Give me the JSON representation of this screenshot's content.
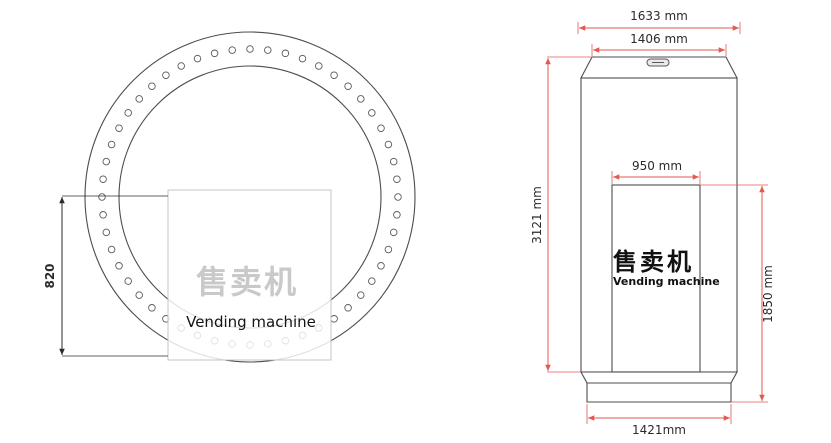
{
  "top_view": {
    "label_cn": "售卖机",
    "label_en": "Vending machine",
    "dim_height": "820"
  },
  "front_view": {
    "label_cn": "售卖机",
    "label_en": "Vending machine",
    "dims": {
      "top_outer": "1633 mm",
      "top_inner": "1406 mm",
      "door_width": "950 mm",
      "total_height": "3121 mm",
      "door_height": "1850 mm",
      "bottom_width": "1421mm"
    }
  },
  "colors": {
    "dimension_line": "#e05a50",
    "drawing_line": "#4d4d4d",
    "watermark_text": "#c9c9c9"
  }
}
